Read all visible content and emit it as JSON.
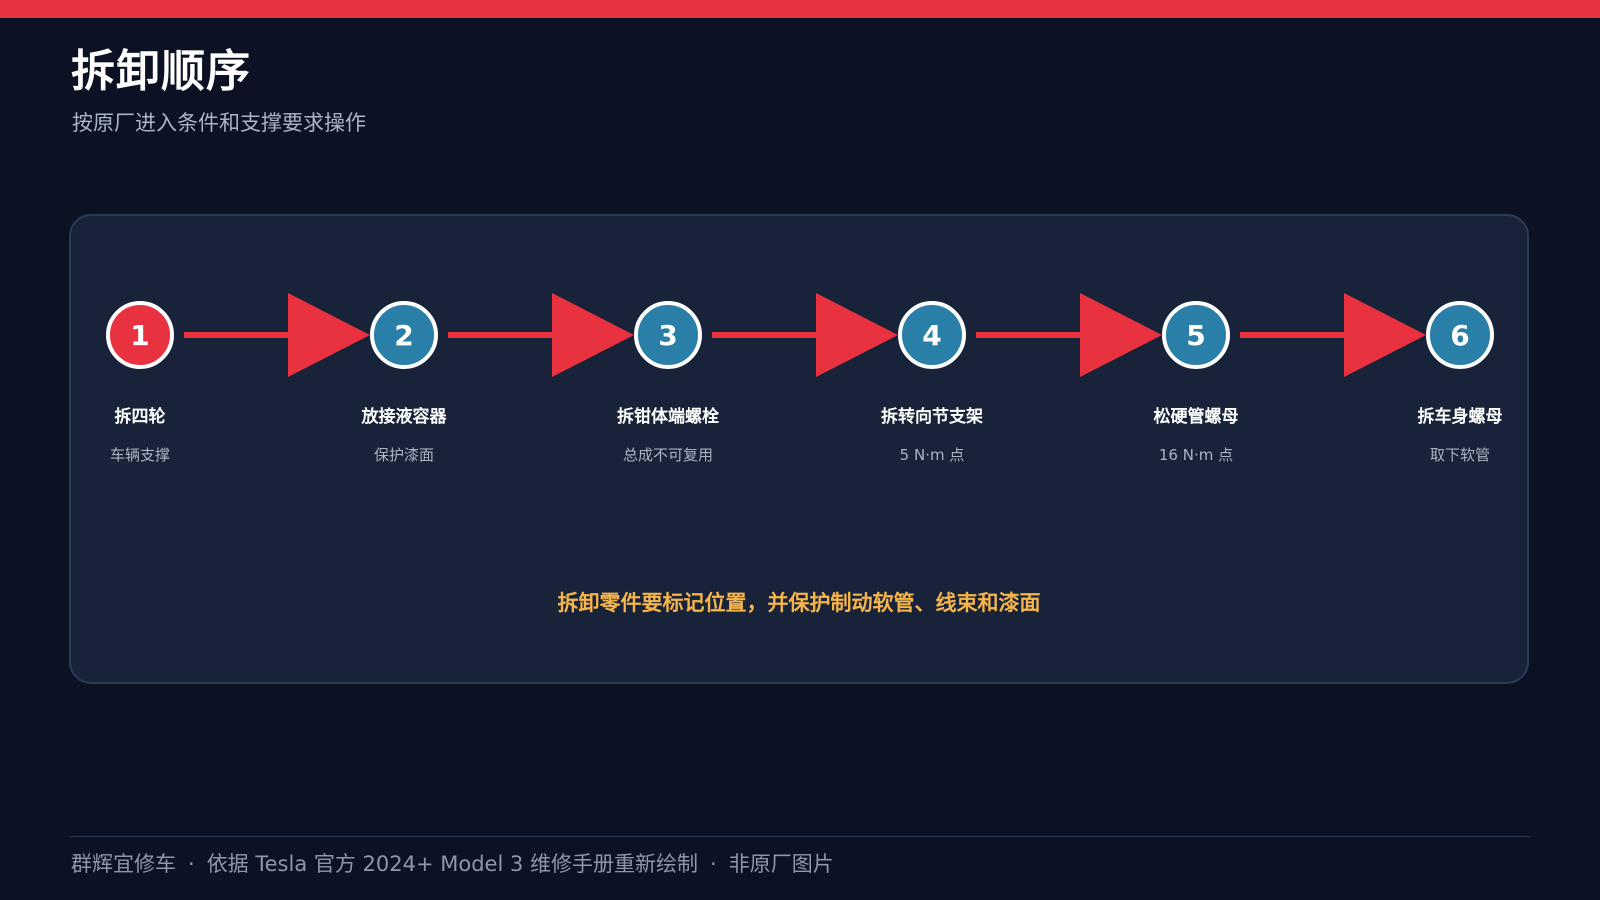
{
  "colors": {
    "background": "#0c1224",
    "accent_red": "#e8323f",
    "step_blue": "#2a7fa8",
    "panel": "#182238",
    "warning_text": "#f6b54a",
    "muted_text": "#aab4c3"
  },
  "header": {
    "title": "拆卸顺序",
    "subtitle": "按原厂进入条件和支撑要求操作"
  },
  "flow": {
    "steps": [
      {
        "number": "1",
        "title": "拆四轮",
        "note": "车辆支撑",
        "highlight": true
      },
      {
        "number": "2",
        "title": "放接液容器",
        "note": "保护漆面",
        "highlight": false
      },
      {
        "number": "3",
        "title": "拆钳体端螺栓",
        "note": "总成不可复用",
        "highlight": false
      },
      {
        "number": "4",
        "title": "拆转向节支架",
        "note": "5 N·m 点",
        "highlight": false
      },
      {
        "number": "5",
        "title": "松硬管螺母",
        "note": "16 N·m 点",
        "highlight": false
      },
      {
        "number": "6",
        "title": "拆车身螺母",
        "note": "取下软管",
        "highlight": false
      }
    ],
    "arrow_icon": "right-arrow-icon"
  },
  "warning": "拆卸零件要标记位置，并保护制动软管、线束和漆面",
  "footer": {
    "brand": "群辉宜修车",
    "separator": "·",
    "source": "依据 Tesla 官方 2024+ Model 3 维修手册重新绘制",
    "disclaimer": "非原厂图片"
  }
}
